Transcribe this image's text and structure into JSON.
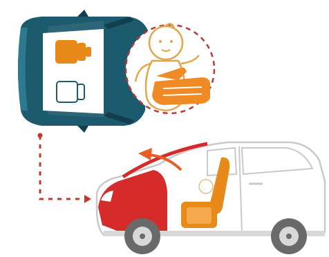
{
  "colors": {
    "car_top": "#1c5a6e",
    "car_top_dark": "#123e4e",
    "seat": "#e88a1a",
    "hand": "#f08a24",
    "baby_outline": "#e2a64a",
    "dashed_circle": "#b43a3a",
    "connector": "#c0392b",
    "car_side_outline": "#c9c9c9",
    "car_side_front": "#d52b2b",
    "arrow": "#e85d26"
  },
  "illustration": {
    "top_view": {
      "seats_visible": 2,
      "highlighted_seat": "front-passenger"
    },
    "side_view": {
      "hood_open": true,
      "seat_highlighted": "front-passenger"
    }
  }
}
